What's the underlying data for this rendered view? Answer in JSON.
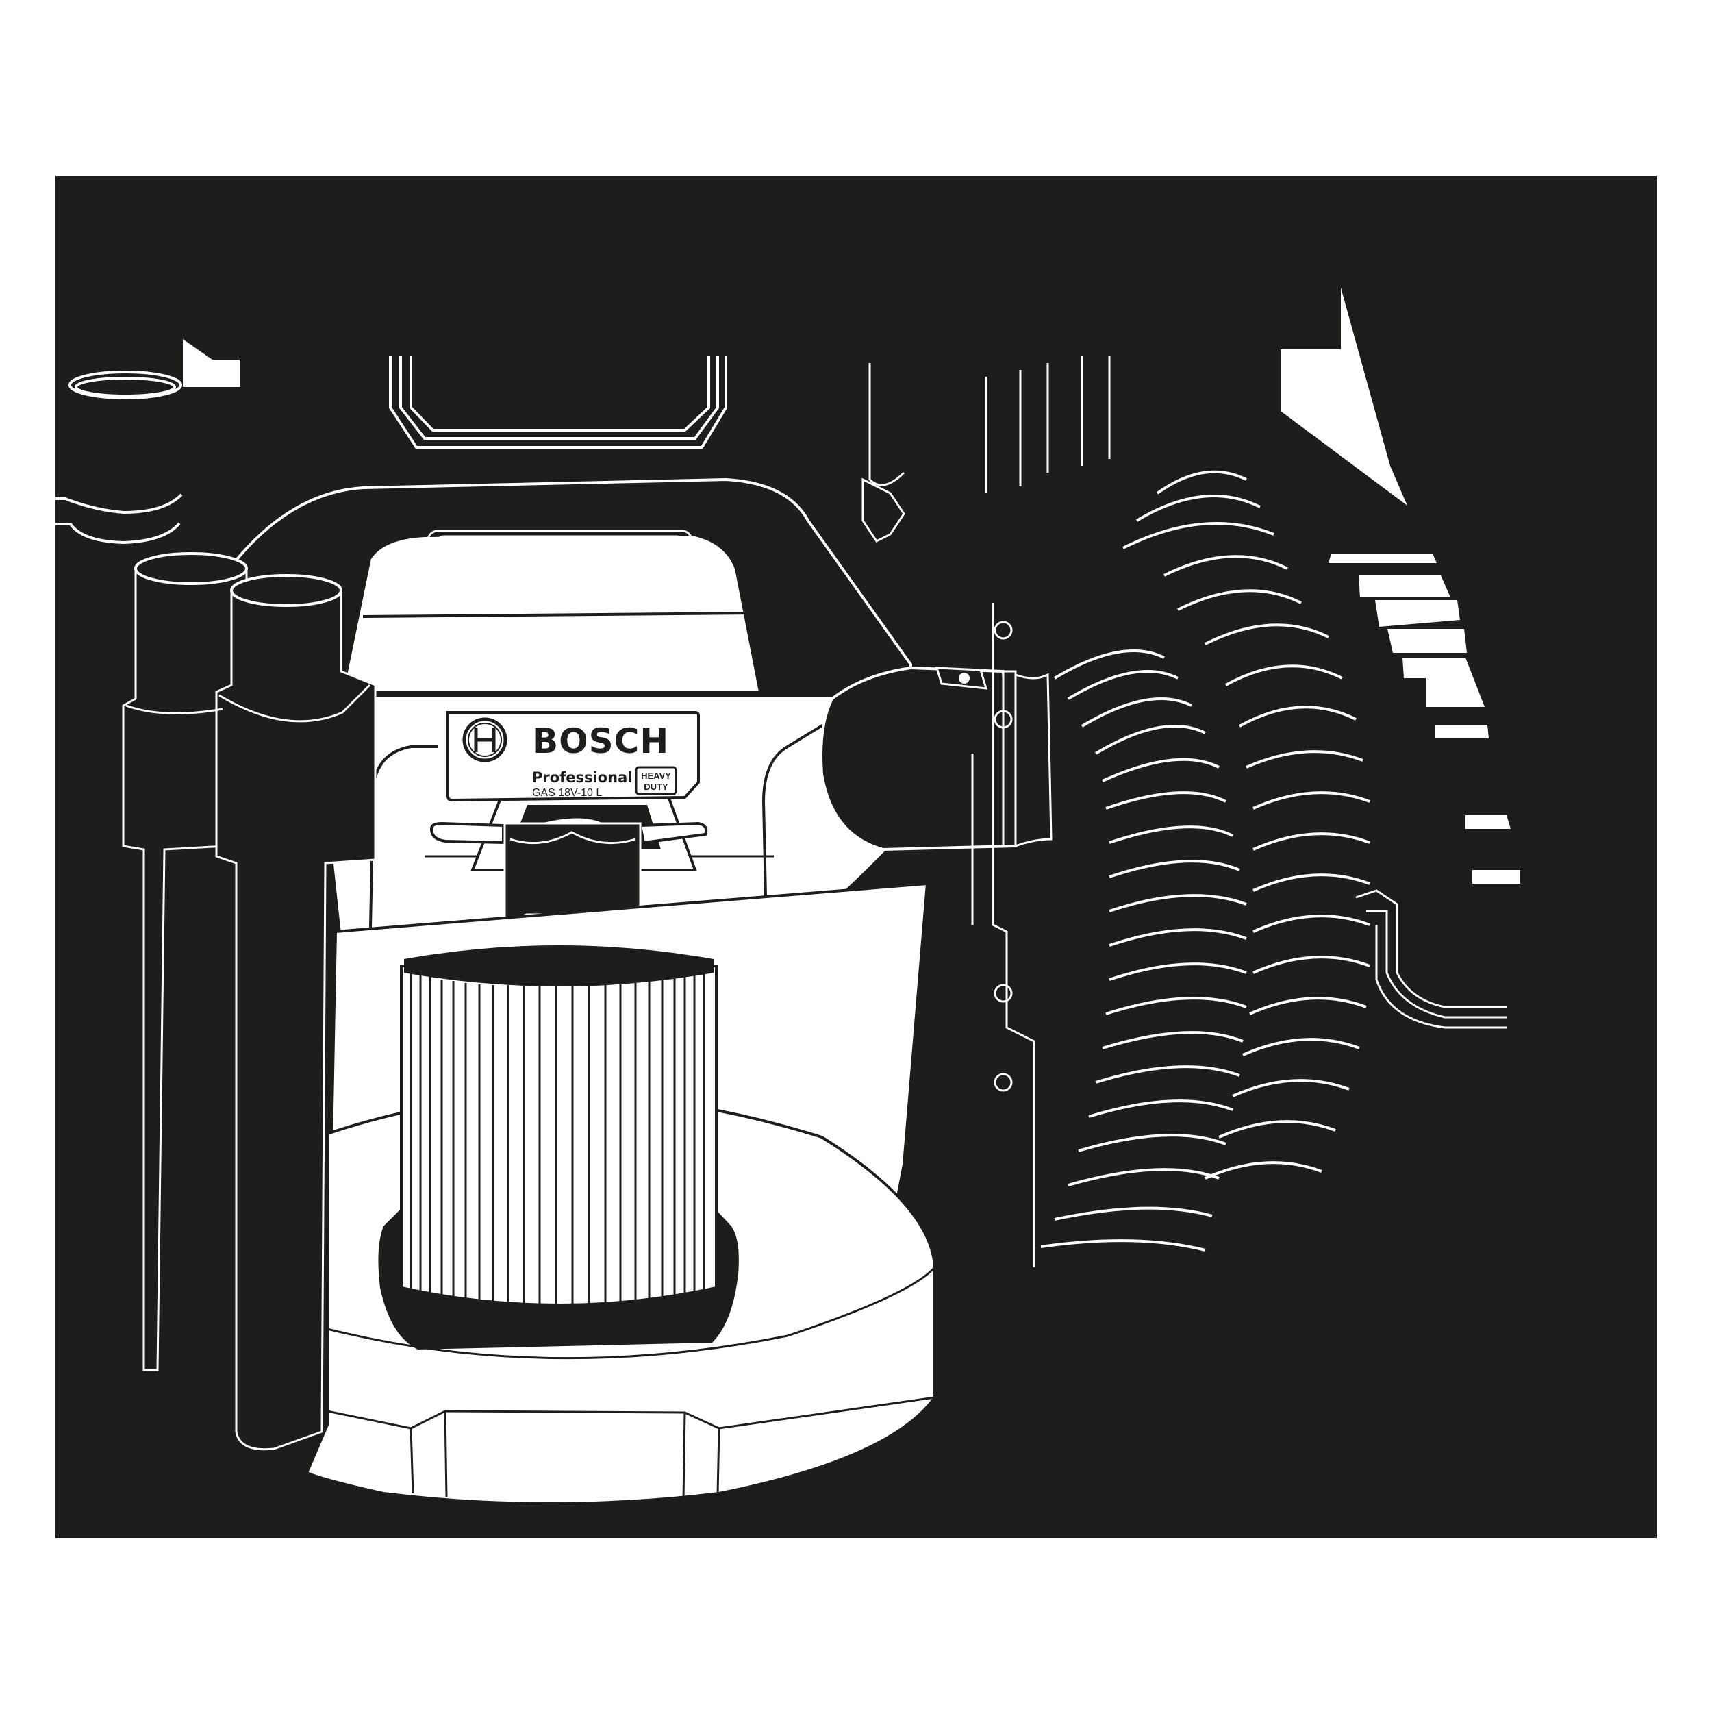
{
  "illustration": {
    "subject": "cordless wet/dry vacuum cleaner line drawing",
    "colors": {
      "ink": "#1d1d1b",
      "paper": "#ffffff"
    }
  },
  "label": {
    "brand": "BOSCH",
    "line": "Professional",
    "model": "GAS 18V-10 L",
    "badge_line1": "HEAVY",
    "badge_line2": "DUTY"
  }
}
